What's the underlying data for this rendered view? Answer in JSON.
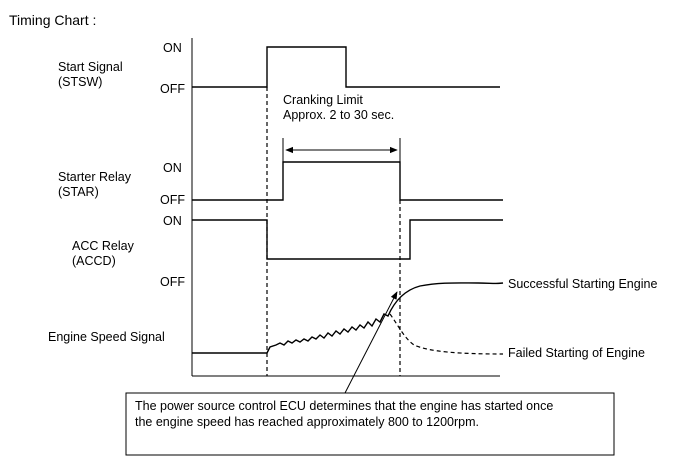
{
  "title": "Timing Chart :",
  "signals": [
    {
      "id": "stsw",
      "label_line1": "Start Signal",
      "label_line2": "(STSW)",
      "on": "ON",
      "off": "OFF"
    },
    {
      "id": "star",
      "label_line1": "Starter Relay",
      "label_line2": "(STAR)",
      "on": "ON",
      "off": "OFF"
    },
    {
      "id": "accd",
      "label_line1": "ACC Relay",
      "label_line2": "(ACCD)",
      "on": "ON",
      "off": "OFF"
    },
    {
      "id": "engine",
      "label_line1": "Engine Speed Signal",
      "off": "OFF"
    }
  ],
  "cranking": {
    "line1": "Cranking Limit",
    "line2": "Approx. 2 to 30 sec."
  },
  "outcomes": {
    "success": "Successful Starting Engine",
    "failure": "Failed Starting of Engine"
  },
  "note": {
    "line1": "The power source control ECU determines that the engine has started once",
    "line2": "the engine speed has reached approximately 800 to 1200rpm."
  }
}
